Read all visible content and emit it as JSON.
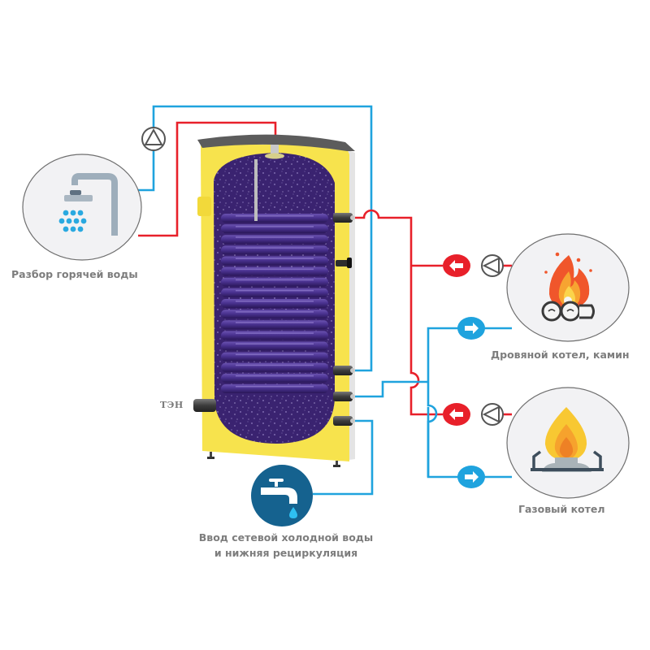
{
  "diagram": {
    "title": "Схема подключения бойлера косвенного нагрева",
    "colors": {
      "hot_pipe": "#e8202a",
      "cold_pipe": "#1fa3de",
      "tank_yellow": "#f7e34d",
      "tank_purple": "#3b2470",
      "pump_stroke": "#555555",
      "node_circle_fill": "#f2f2f4",
      "node_circle_stroke": "#6f6f6f",
      "tap_circle_fill": "#15628f",
      "label_text": "#7d7d7d"
    },
    "nodes": {
      "hot_water": {
        "label": "Разбор горячей воды",
        "icon": "shower-icon"
      },
      "wood_boiler": {
        "label": "Дровяной котел, камин",
        "icon": "campfire-icon"
      },
      "gas_boiler": {
        "label": "Газовый котел",
        "icon": "gas-burner-icon"
      },
      "cold_inlet": {
        "label_line1": "Ввод  сетевой холодной воды",
        "label_line2": "и нижняя рециркуляция",
        "icon": "water-tap-icon"
      }
    },
    "tank": {
      "heater_label": "ТЭН",
      "coil_turns": 17
    },
    "flow_indicators": [
      {
        "id": "wood-supply",
        "direction": "left",
        "pipe": "hot"
      },
      {
        "id": "wood-return",
        "direction": "right",
        "pipe": "cold"
      },
      {
        "id": "gas-supply",
        "direction": "left",
        "pipe": "hot"
      },
      {
        "id": "gas-return",
        "direction": "right",
        "pipe": "cold"
      }
    ],
    "pumps": [
      {
        "id": "recirculation-pump",
        "orientation": "up"
      },
      {
        "id": "wood-boiler-pump",
        "orientation": "left"
      },
      {
        "id": "gas-boiler-pump",
        "orientation": "left"
      }
    ]
  }
}
